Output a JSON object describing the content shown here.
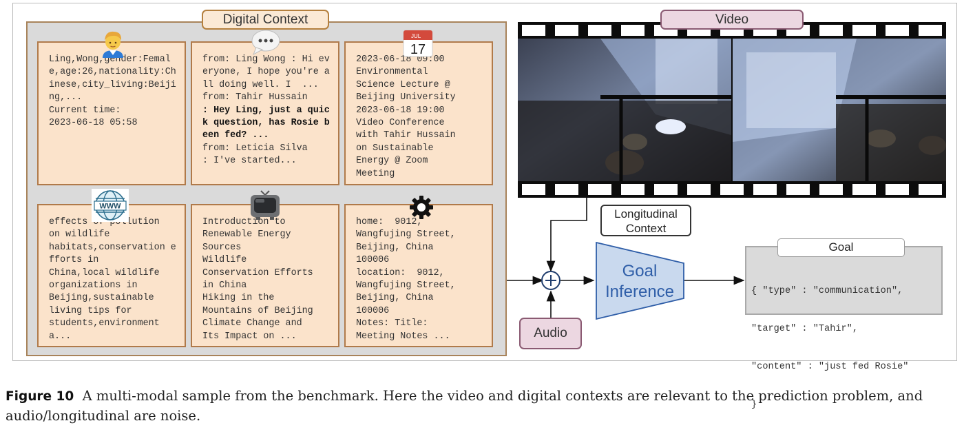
{
  "digital_context": {
    "title": "Digital Context",
    "cards": [
      {
        "icon": "person-icon",
        "text": "Ling,Wong,gender:Female,age:26,nationality:Chinese,city_living:Beijing,...\nCurrent time:\n2023-06-18 05:58"
      },
      {
        "icon": "speech-bubble-icon",
        "text_a": "from: Ling Wong : Hi everyone, I hope you're all doing well. I  ...\nfrom: Tahir Hussain\n",
        "text_bold": ": Hey Ling, just a quick question, has Rosie been fed? ...",
        "text_b": "\nfrom: Leticia Silva\n: I've started..."
      },
      {
        "icon": "calendar-icon",
        "calendar_month": "JUL",
        "calendar_day": "17",
        "text": "2023-06-18 09:00\nEnvironmental\nScience Lecture @\nBeijing University\n2023-06-18 19:00\nVideo Conference\nwith Tahir Hussain\non Sustainable\nEnergy @ Zoom\nMeeting"
      },
      {
        "icon": "globe-www-icon",
        "globe_label": "WWW",
        "text": "effects of pollution\non wildlife\nhabitats,conservation efforts in\nChina,local wildlife\norganizations in\nBeijing,sustainable\nliving tips for\nstudents,environment\na..."
      },
      {
        "icon": "tv-icon",
        "text": "Introduction to\nRenewable Energy\nSources\nWildlife\nConservation Efforts\nin China\nHiking in the\nMountains of Beijing\nClimate Change and\nIts Impact on ..."
      },
      {
        "icon": "gear-icon",
        "text": "home:  9012,\nWangfujing Street,\nBeijing, China\n100006\nlocation:  9012,\nWangfujing Street,\nBeijing, China\n100006\nNotes: Title:\nMeeting Notes ..."
      }
    ]
  },
  "video": {
    "title": "Video"
  },
  "longitudinal": {
    "line1": "Longitudinal",
    "line2": "Context"
  },
  "audio": {
    "label": "Audio"
  },
  "goal_inference": {
    "line1": "Goal",
    "line2": "Inference"
  },
  "goal": {
    "title": "Goal",
    "lines": [
      "{ \"type\" : \"communication\",",
      "\"target\" : \"Tahir\",",
      "\"content\" : \"just fed Rosie\"",
      "}"
    ]
  },
  "caption": {
    "label": "Figure 10",
    "text": "A multi-modal sample from the benchmark. Here the video and digital contexts are relevant to the prediction problem, and audio/longitudinal are noise."
  },
  "colors": {
    "card_fill": "#fbe3cb",
    "card_border": "#b07a4a",
    "panel_fill": "#dadada",
    "video_label_fill": "#ecd7e1",
    "goal_inference_fill": "#c9d9ee",
    "goal_inference_text": "#2f5ea8"
  }
}
